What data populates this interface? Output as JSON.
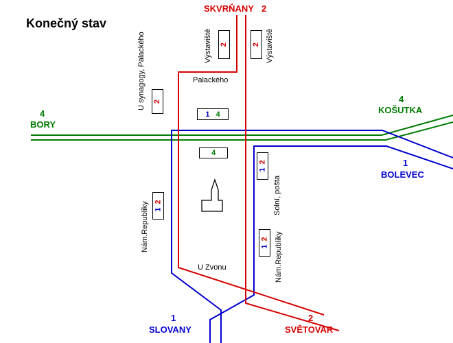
{
  "title": "Konečný stav",
  "colors": {
    "line_1": "#0000cd",
    "line_2": "#d40000",
    "line_4": "#007a00",
    "text": "#000000",
    "background": "#ffffff"
  },
  "termini": {
    "skvrnany": {
      "line": "2",
      "label": "SKVRŇANY"
    },
    "bory": {
      "line": "4",
      "label": "BORY"
    },
    "kosutka": {
      "line": "4",
      "label": "KOŠUTKA"
    },
    "bolevec": {
      "line": "1",
      "label": "BOLEVEC"
    },
    "slovany": {
      "line": "1",
      "label": "SLOVANY"
    },
    "svetovar": {
      "line": "2",
      "label": "SVĚTOVAR"
    }
  },
  "streets": {
    "palackeho": "Palackého",
    "u_zvonu": "U Zvonu"
  },
  "stops": {
    "vystaviste_west": {
      "name": "Výstaviště",
      "line": "2"
    },
    "vystaviste_east": {
      "name": "Výstaviště",
      "line": "2"
    },
    "u_synagogy": {
      "name": "U synagogy, Palackého",
      "line": "2"
    },
    "corridor_west": {
      "lines": [
        "1",
        "4"
      ]
    },
    "corridor_south": {
      "line": "4"
    },
    "solni": {
      "name": "Solní, pošta",
      "lines": [
        "1",
        "2"
      ]
    },
    "nam_republiky_west": {
      "name": "Nám.Republiky",
      "lines": [
        "1",
        "2"
      ]
    },
    "nam_republiky_east": {
      "name": "Nám.Republiky",
      "lines": [
        "1",
        "2"
      ]
    }
  }
}
